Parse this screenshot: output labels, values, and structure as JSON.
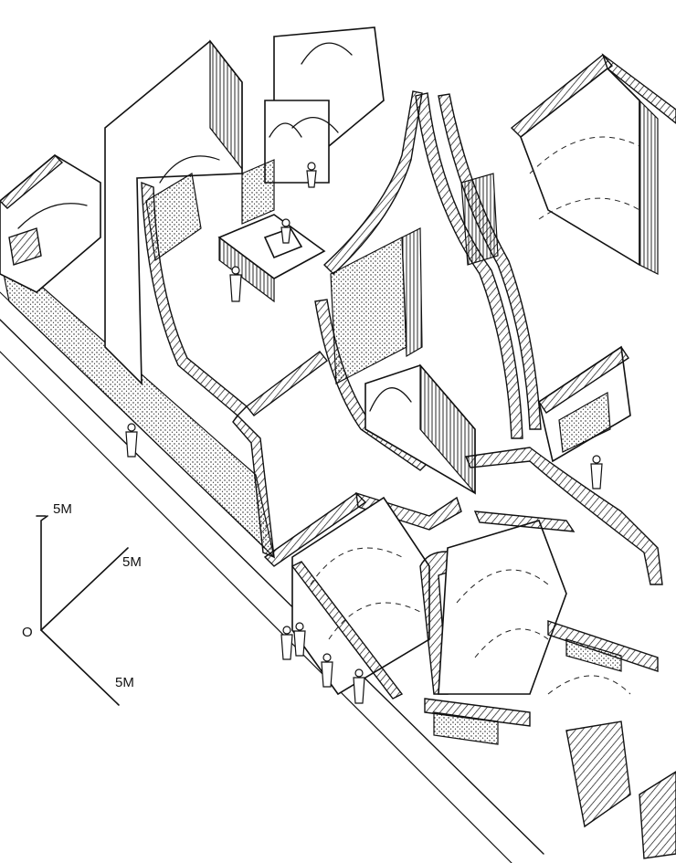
{
  "scale": {
    "vertical": "5M",
    "diagonal_right": "5M",
    "diagonal_down": "5M",
    "origin": "O"
  },
  "colors": {
    "ink": "#111111",
    "paper": "#ffffff"
  }
}
